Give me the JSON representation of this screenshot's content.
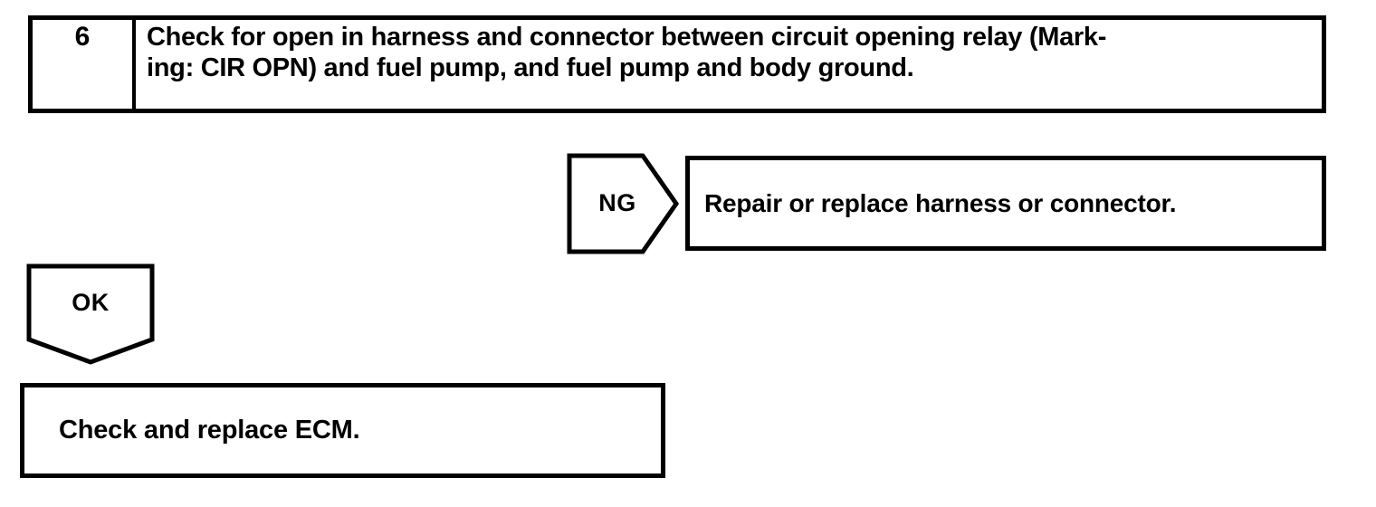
{
  "page": {
    "paper_color": "#ffffff",
    "ink_color": "#000000"
  },
  "flowchart": {
    "step": {
      "number": "6",
      "instruction_lines": [
        "Check for open in harness and connector between circuit opening relay (Mark-",
        "ing: CIR OPN) and fuel pump, and fuel pump and body ground."
      ]
    },
    "ng_branch": {
      "connector_label": "NG",
      "action": "Repair or replace harness or connector."
    },
    "ok_branch": {
      "connector_label": "OK",
      "action": "Check and replace ECM."
    }
  }
}
